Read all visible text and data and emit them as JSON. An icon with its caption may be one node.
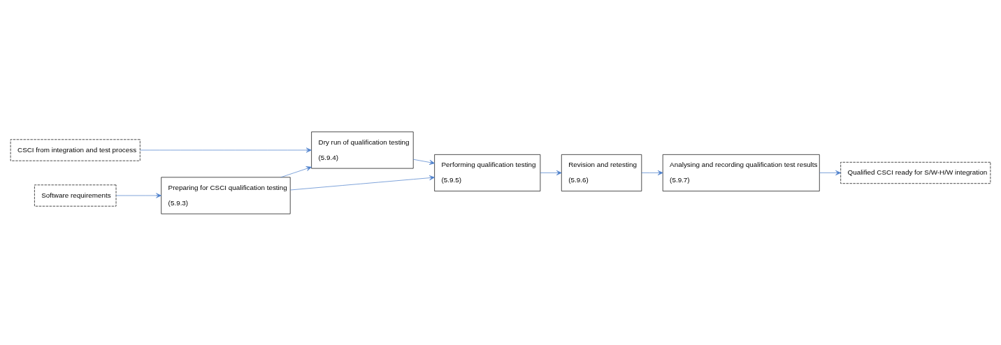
{
  "diagram": {
    "nodes": [
      {
        "text": [
          "CSCI from integration and test process"
        ]
      },
      {
        "text": [
          "Dry run of qualification testing",
          "(5.9.4)"
        ]
      },
      {
        "text": [
          "Software requirements"
        ]
      },
      {
        "text": [
          "Preparing for CSCI qualification testing",
          "(5.9.3)"
        ]
      },
      {
        "text": [
          "Performing qualification testing",
          "(5.9.5)"
        ]
      },
      {
        "text": [
          "Revision and retesting",
          "(5.9.6)"
        ]
      },
      {
        "text": [
          "Analysing and recording qualification test results",
          "(5.9.7)"
        ]
      },
      {
        "text": [
          "Qualified CSCI ready for S/W-H/W integration"
        ]
      }
    ],
    "edges": [
      {
        "from": 0,
        "to": 1,
        "arrow": "to"
      },
      {
        "from": 2,
        "to": 3,
        "arrow": "to"
      },
      {
        "from": 3,
        "to": 1,
        "arrow": "to"
      },
      {
        "from": 3,
        "to": 4,
        "arrow": "to"
      },
      {
        "from": 1,
        "to": 4,
        "arrow": "to"
      },
      {
        "from": 4,
        "to": 5,
        "arrow": "to"
      },
      {
        "from": 5,
        "to": 6,
        "arrow": "to"
      },
      {
        "from": 6,
        "to": 7,
        "arrow": "to"
      }
    ]
  }
}
